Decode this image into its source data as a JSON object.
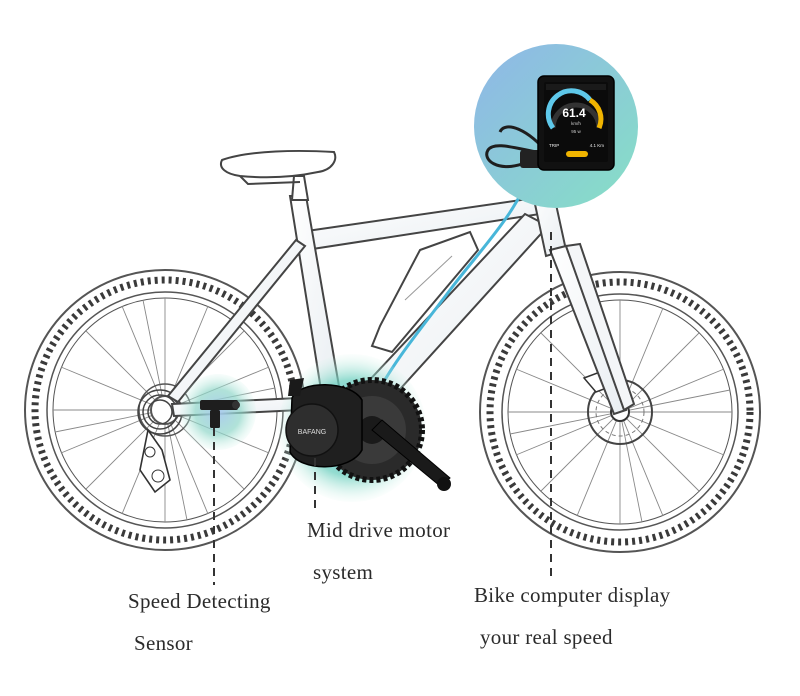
{
  "callouts": {
    "sensor": {
      "line1": "Speed Detecting",
      "line2": "Sensor"
    },
    "motor": {
      "line1": "Mid drive motor",
      "line2": "system"
    },
    "display": {
      "line1": "Bike computer display",
      "line2": "your real speed"
    }
  },
  "display_screen": {
    "speed_value": "61.4",
    "speed_unit": "km/h",
    "power_value": "95 w",
    "trip_label": "TRIP",
    "trip_value": "4.1 Km"
  },
  "motor_brand": "BAFANG",
  "colors": {
    "sensor_glow": "#7fb3e6",
    "motor_glow": "#3fb4cf",
    "display_glow": "#6fd0c4",
    "accent_line": "#48b6d9"
  }
}
